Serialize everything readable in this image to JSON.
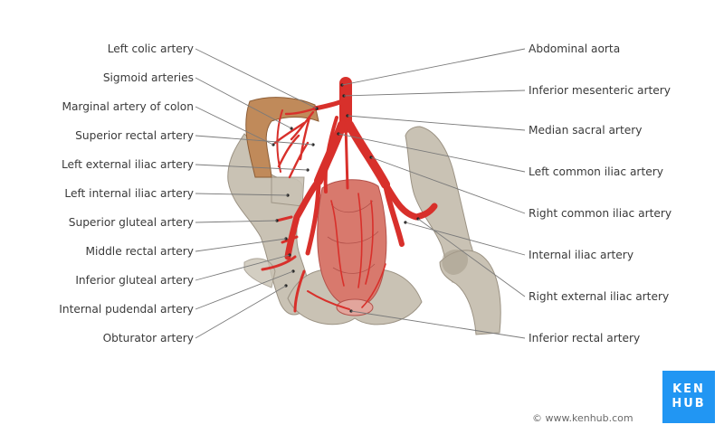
{
  "labels_left": [
    "Left colic artery",
    "Sigmoid arteries",
    "Marginal artery of colon",
    "Superior rectal artery",
    "Left external iliac artery",
    "Left internal iliac artery",
    "Superior gluteal artery",
    "Middle rectal artery",
    "Inferior gluteal artery",
    "Internal pudendal artery",
    "Obturator artery"
  ],
  "labels_right": [
    "Abdominal aorta",
    "Inferior mesenteric artery",
    "Median sacral artery",
    "Left common iliac artery",
    "Right common iliac artery",
    "Internal iliac artery",
    "Right external iliac artery",
    "Inferior rectal artery"
  ],
  "logo": {
    "line1": "KEN",
    "line2": "HUB"
  },
  "credit": "© www.kenhub.com",
  "colors": {
    "artery": "#d8302b",
    "bone": "#c9c2b4",
    "brand": "#2196f3",
    "text": "#3a3a3a"
  }
}
